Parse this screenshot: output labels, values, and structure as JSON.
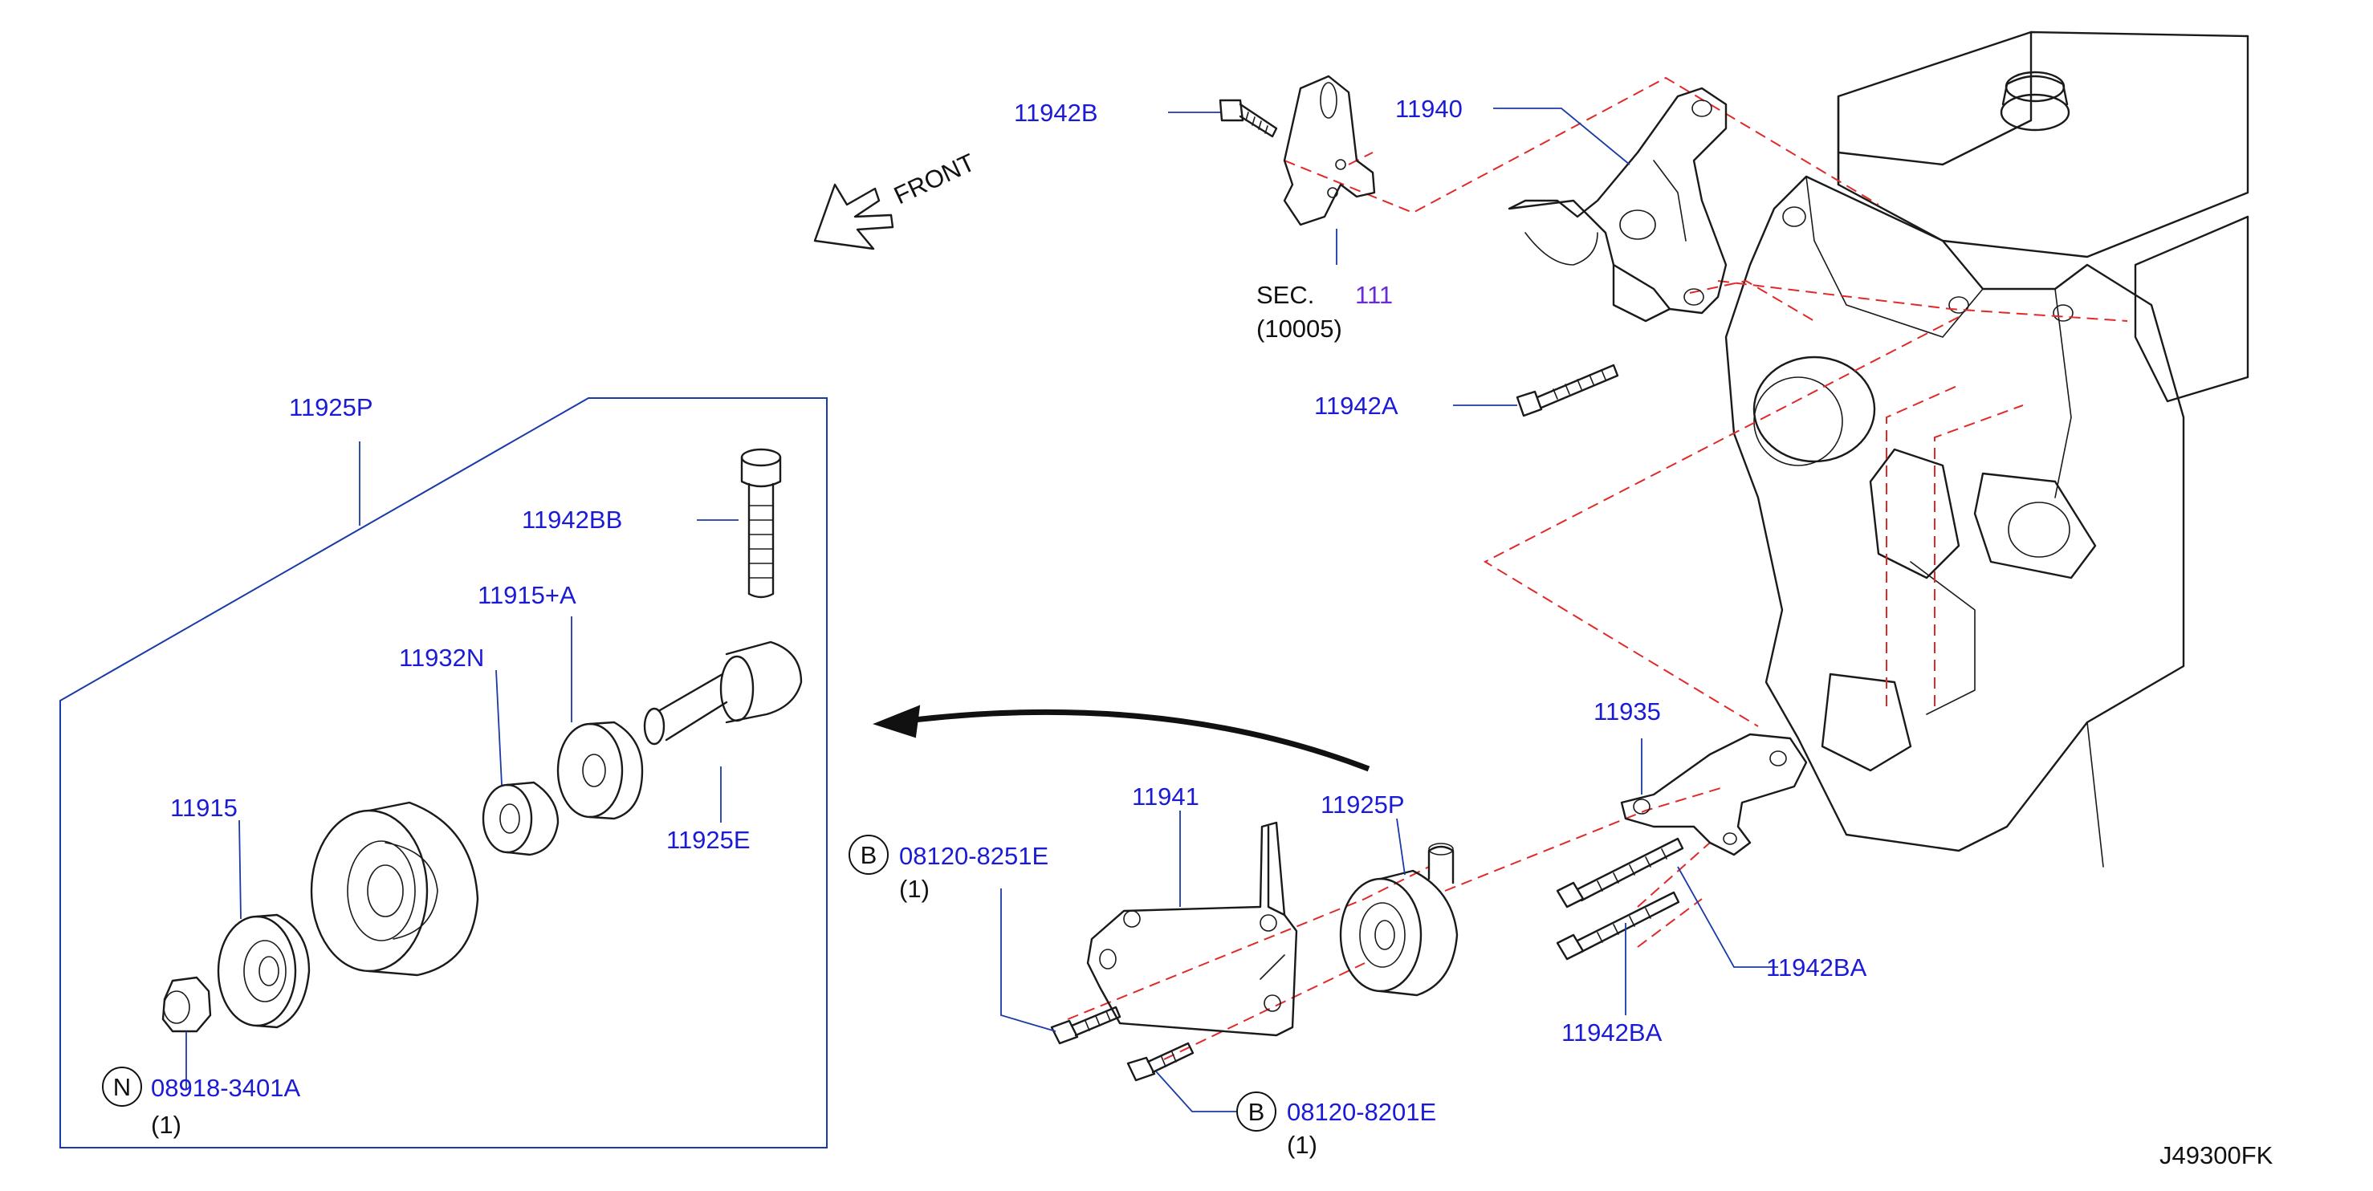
{
  "diagram_id": "J49300FK",
  "front_label": "FRONT",
  "section_ref": {
    "prefix": "SEC.",
    "number": "111",
    "sub": "(10005)"
  },
  "callouts": {
    "11942B": "11942B",
    "11940": "11940",
    "11942A": "11942A",
    "11925P_kit": "11925P",
    "11942BB": "11942BB",
    "11915A": "11915+A",
    "11932N": "11932N",
    "11925E": "11925E",
    "11915": "11915",
    "nut": "08918-3401A",
    "nut_qty": "(1)",
    "nut_badge": "N",
    "11941": "11941",
    "11925P": "11925P",
    "bolt1": "08120-8251E",
    "bolt1_qty": "(1)",
    "bolt1_badge": "B",
    "bolt2": "08120-8201E",
    "bolt2_qty": "(1)",
    "bolt2_badge": "B",
    "11935": "11935",
    "11942BA_1": "11942BA",
    "11942BA_2": "11942BA"
  }
}
